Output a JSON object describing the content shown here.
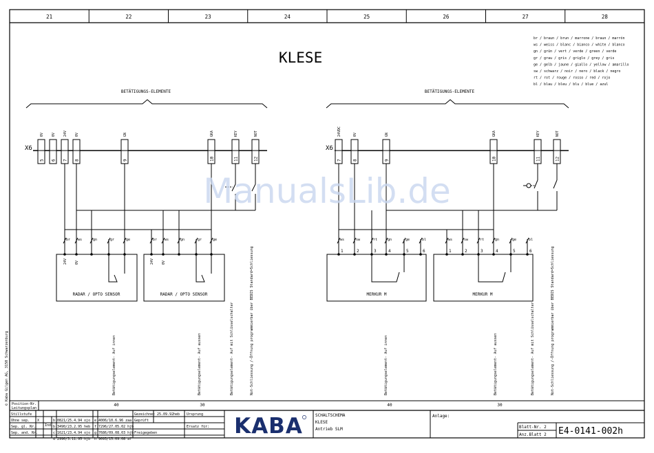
{
  "columns": [
    "21",
    "22",
    "23",
    "24",
    "25",
    "26",
    "27",
    "28"
  ],
  "title": "KLESE",
  "group_label": "BETÄTIGUNGS-ELEMENTE",
  "connector": "X6",
  "left_terminals": [
    {
      "num": "5",
      "sig": "0V"
    },
    {
      "num": "6",
      "sig": "0V"
    },
    {
      "num": "7",
      "sig": "24V"
    },
    {
      "num": "8",
      "sig": "0V"
    },
    {
      "num": "9",
      "sig": "GN"
    },
    {
      "num": "10",
      "sig": "GKA"
    },
    {
      "num": "11",
      "sig": "KEY"
    },
    {
      "num": "12",
      "sig": "NOT"
    }
  ],
  "right_terminals": [
    {
      "num": "7",
      "sig": "24VDC"
    },
    {
      "num": "8",
      "sig": "0V"
    },
    {
      "num": "9",
      "sig": "GN"
    },
    {
      "num": "10",
      "sig": "GKA"
    },
    {
      "num": "11",
      "sig": "KEY"
    },
    {
      "num": "12",
      "sig": "NOT"
    }
  ],
  "radar_wires": [
    "br",
    "ws",
    "gn",
    "gr",
    "ge"
  ],
  "radar_pins": [
    "24V",
    "0V"
  ],
  "radar_label": "RADAR / OPTO SENSOR",
  "merkur_wires": [
    "ws",
    "sw",
    "rt",
    "gn",
    "ge",
    "bl"
  ],
  "merkur_pins": [
    "1",
    "2",
    "3",
    "4",
    "5",
    "6"
  ],
  "merkur_label": "MERKUR M",
  "color_legend": [
    "br / braun / brun / marrone / braun / marrón",
    "ws / weiss / blanc / bianco / white / blanco",
    "gn / grün / vert / verde / green / verde",
    "gr / grau / gris / griglo / grey / gris",
    "ge / gelb / jaune / giallo / yellow / amarillo",
    "sw / schwarz / noir / nero / black / negro",
    "rt / rot / rouge / rosso / red / rojo",
    "bl / blau / bleu / blu / blue / azul"
  ],
  "func_texts": {
    "bet_auf_innen": "Betätigungselement- Auf innen",
    "bet_auf_aussen": "Betätigungselement- Auf aussen",
    "schluessel": "Betätigungselement- Auf mit Schlüsselschalter",
    "not_oeffnung": "Not-Schliessung /-Öffnung programmierbar über BEDIS Standard=Schliessung"
  },
  "numbers": {
    "a": "40",
    "b": "30"
  },
  "side_text": "© Kaba Gilgen AG, 3150 Schwarzenburg",
  "posinfo": [
    "Position-Nr.",
    "Leitungsplan"
  ],
  "tb_rows": [
    {
      "label": "Stillstufe",
      "x": "",
      "rev1": "",
      "rev2": ""
    },
    {
      "label": "Ohne sep.",
      "x": "X",
      "rev1": "b  0821/25.4.94 ojo",
      "rev2": "e  4006/10.6.96 zaa"
    },
    {
      "label": "Sep. gl. Nr.",
      "x": "",
      "rev1": "b  3490/23.2.95 heb",
      "rev2": "f  7296/27.05.02 hjb"
    },
    {
      "label": "Sep. and. Nr.",
      "x": "",
      "rev1": "c  1621/23.4.94 ojo",
      "rev2": "g  7686/09.08.03 hjb"
    },
    {
      "label": "",
      "x": "",
      "rev1": "d  2990/3.11.95 hjb",
      "rev2": "h  9093/15.09.08 af"
    }
  ],
  "tb_idx": "Ind.",
  "gezeichnet": "Gezeichnet",
  "date": "25.09.92",
  "drawn_by": "heb",
  "geprueft": "Geprüft",
  "freigegeben": "Freigegeben",
  "ursprung": "Ursprung",
  "ersatz": "Ersatz für:",
  "logo": "KABA",
  "desc": [
    "SCHALTSCHEMA",
    "KLESE",
    "Antrieb SLM"
  ],
  "anlage": "Anlage:",
  "blatt_nr": "Blatt-Nr. 2",
  "anz_blatt": "Anz.Blatt 2",
  "drawing_no": "E4-0141-002h",
  "watermark": "ManualsLib.de"
}
